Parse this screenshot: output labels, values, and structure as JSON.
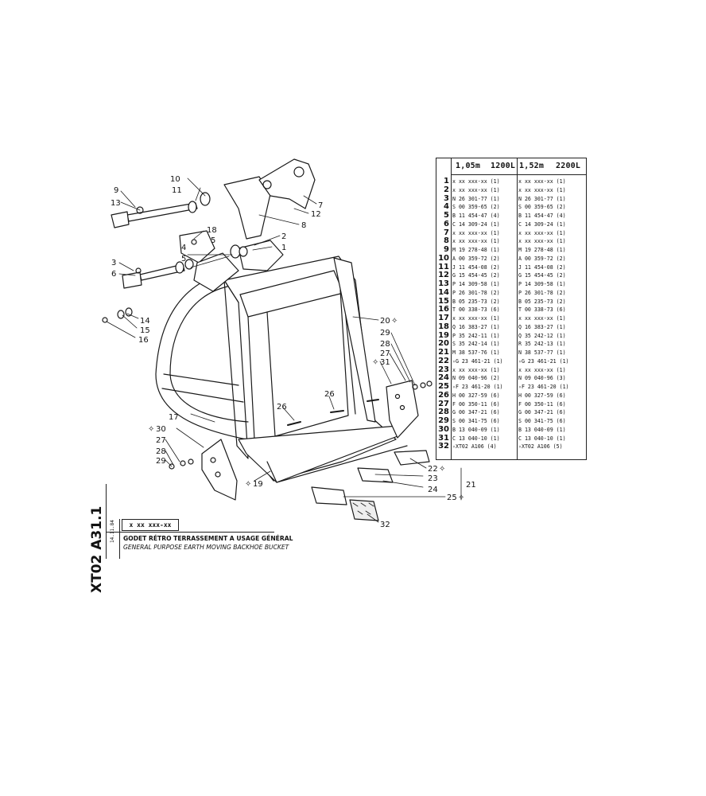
{
  "sheet": {
    "reference": "XT02 A31.1",
    "date": "14.11.84",
    "code": "x xx xxx-xx",
    "title_fr": "GODET RÉTRO TERRASSEMENT A USAGE GÉNÉRAL",
    "title_en": "GENERAL PURPOSE EARTH MOVING BACKHOE BUCKET"
  },
  "table": {
    "col1_width": "1,05m",
    "col1_capacity": "1200L",
    "col2_width": "1,52m",
    "col2_capacity": "2200L",
    "rows": [
      {
        "n": "1",
        "a": "x xx xxx-xx (1)",
        "b": "x xx xxx-xx (1)"
      },
      {
        "n": "2",
        "a": "x xx xxx-xx (1)",
        "b": "x xx xxx-xx (1)"
      },
      {
        "n": "3",
        "a": "N 26 301-77 (1)",
        "b": "N 26 301-77 (1)"
      },
      {
        "n": "4",
        "a": "S 00 359-65 (2)",
        "b": "S 00 359-65 (2)"
      },
      {
        "n": "5",
        "a": "B 11 454-47 (4)",
        "b": "B 11 454-47 (4)"
      },
      {
        "n": "6",
        "a": "C 14 309-24 (1)",
        "b": "C 14 309-24 (1)"
      },
      {
        "n": "7",
        "a": "x xx xxx-xx (1)",
        "b": "x xx xxx-xx (1)"
      },
      {
        "n": "8",
        "a": "x xx xxx-xx (1)",
        "b": "x xx xxx-xx (1)"
      },
      {
        "n": "9",
        "a": "M 19 278-48 (1)",
        "b": "M 19 278-48 (1)"
      },
      {
        "n": "10",
        "a": "A 00 359-72 (2)",
        "b": "A 00 359-72 (2)"
      },
      {
        "n": "11",
        "a": "J 11 454-08 (2)",
        "b": "J 11 454-08 (2)"
      },
      {
        "n": "12",
        "a": "G 15 454-45 (2)",
        "b": "G 15 454-45 (2)"
      },
      {
        "n": "13",
        "a": "P 14 309-58 (1)",
        "b": "P 14 309-58 (1)"
      },
      {
        "n": "14",
        "a": "P 26 301-78 (2)",
        "b": "P 26 301-78 (2)"
      },
      {
        "n": "15",
        "a": "B 05 235-73 (2)",
        "b": "B 05 235-73 (2)"
      },
      {
        "n": "16",
        "a": "T 00 338-73 (6)",
        "b": "T 00 338-73 (6)"
      },
      {
        "n": "17",
        "a": "x xx xxx-xx (1)",
        "b": "x xx xxx-xx (1)"
      },
      {
        "n": "18",
        "a": "Q 16 383-27 (1)",
        "b": "Q 16 383-27 (1)"
      },
      {
        "n": "19",
        "a": "P 35 242-11 (1)",
        "b": "Q 35 242-12 (1)"
      },
      {
        "n": "20",
        "a": "S 35 242-14 (1)",
        "b": "R 35 242-13 (1)"
      },
      {
        "n": "21",
        "a": "M 38 537-76 (1)",
        "b": "N 38 537-77 (1)"
      },
      {
        "n": "22",
        "a": "✧G 23 461-21 (1)",
        "b": "✧G 23 461-21 (1)"
      },
      {
        "n": "23",
        "a": "x xx xxx-xx (1)",
        "b": "x xx xxx-xx (1)"
      },
      {
        "n": "24",
        "a": "N 09 040-96 (2)",
        "b": "N 09 040-96 (3)"
      },
      {
        "n": "25",
        "a": "✧F 23 461-20 (1)",
        "b": "✧F 23 461-20 (1)"
      },
      {
        "n": "26",
        "a": "H 00 327-59 (6)",
        "b": "H 00 327-59 (6)"
      },
      {
        "n": "27",
        "a": "F 00 350-11 (6)",
        "b": "F 00 350-11 (6)"
      },
      {
        "n": "28",
        "a": "G 00 347-21 (6)",
        "b": "G 00 347-21 (6)"
      },
      {
        "n": "29",
        "a": "S 00 341-75 (6)",
        "b": "S 00 341-75 (6)"
      },
      {
        "n": "30",
        "a": "B 13 040-09 (1)",
        "b": "B 13 040-09 (1)"
      },
      {
        "n": "31",
        "a": "C 13 040-10 (1)",
        "b": "C 13 040-10 (1)"
      },
      {
        "n": "32",
        "a": "✧XT02 A106 (4)",
        "b": "✧XT02 A106 (5)"
      }
    ]
  },
  "callouts": {
    "c1": "1",
    "c2": "2",
    "c3": "3",
    "c4": "4",
    "c5": "5",
    "c5b": "5",
    "c6": "6",
    "c7": "7",
    "c8": "8",
    "c9": "9",
    "c10": "10",
    "c11": "11",
    "c12": "12",
    "c13": "13",
    "c14": "14",
    "c15": "15",
    "c16": "16",
    "c17": "17",
    "c18": "18",
    "c19": "19",
    "c20": "20",
    "c21": "21",
    "c22": "22",
    "c23": "23",
    "c24": "24",
    "c25": "25",
    "c26a": "26",
    "c26b": "26",
    "c27a": "27",
    "c27b": "27",
    "c28a": "28",
    "c28b": "28",
    "c29a": "29",
    "c29b": "29",
    "c30": "30",
    "c31": "31",
    "c32": "32"
  }
}
